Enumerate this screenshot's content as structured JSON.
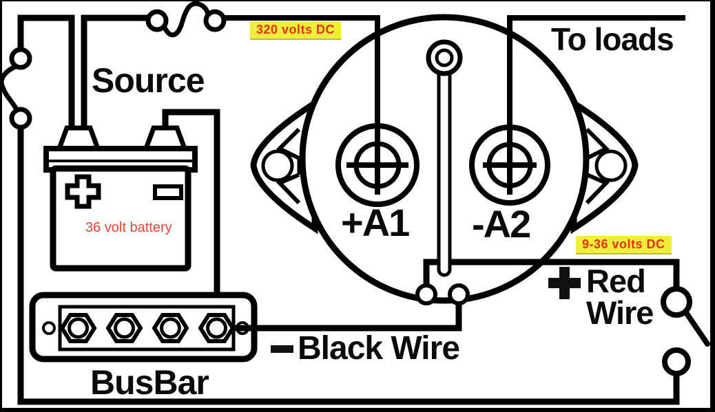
{
  "diagram_type": "battery-solenoid-wiring-diagram",
  "labels": {
    "source": "Source",
    "to_loads": "To loads",
    "busbar": "BusBar"
  },
  "solenoid": {
    "terminal_a1": "+A1",
    "terminal_a2": "-A2"
  },
  "annotations": {
    "source_voltage": "320 volts DC",
    "output_voltage": "9-36 volts DC",
    "battery": "36 volt battery"
  },
  "wires": {
    "red": {
      "sign": "+",
      "line1": "Red",
      "line2": "Wire"
    },
    "black": {
      "sign": "-",
      "label": "Black Wire"
    }
  },
  "components": [
    "fuse-top",
    "fuse-left",
    "battery",
    "solenoid",
    "busbar",
    "toggle-switch"
  ],
  "colors": {
    "wire": "#000000",
    "background": "#ffffff",
    "highlight_yellow": "#f0ee3d",
    "annotation_red": "#e63214",
    "battery_note_red": "#f04134"
  }
}
